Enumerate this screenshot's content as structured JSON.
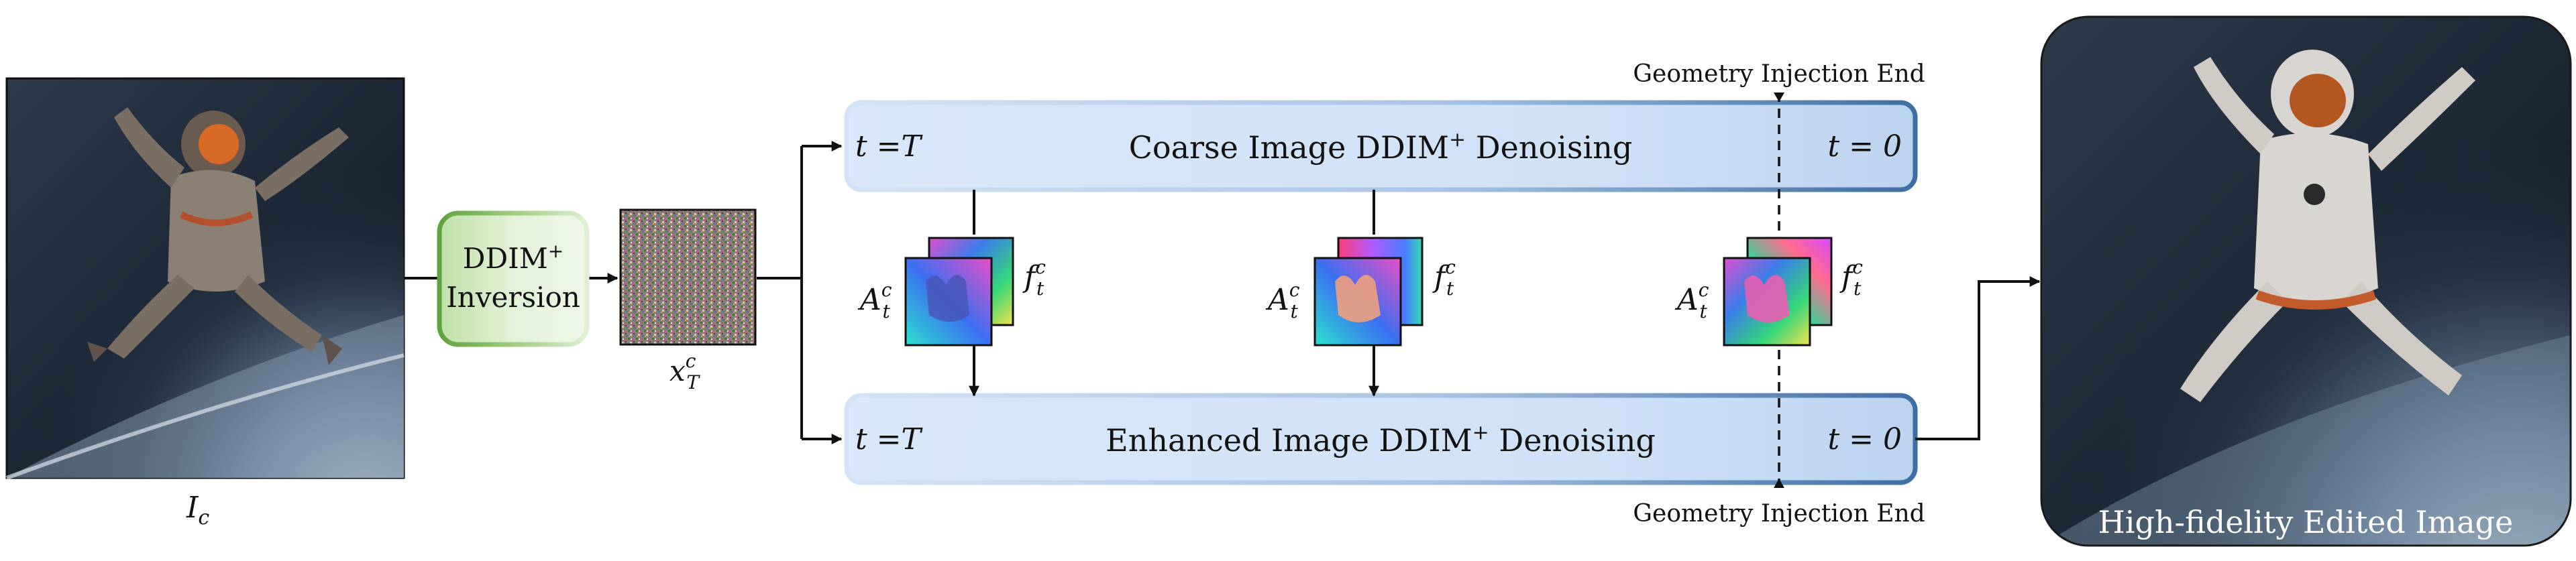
{
  "input_image": {
    "label": "I_c",
    "label_main": "I",
    "label_sub": "c"
  },
  "inversion": {
    "line1": "DDIM",
    "line1_sup": "+",
    "line2": "Inversion"
  },
  "noise": {
    "label_main": "x",
    "label_sup": "c",
    "label_sub": "T"
  },
  "coarse_bar": {
    "title": "Coarse Image DDIM",
    "title_sup": "+",
    "title_rest": " Denoising",
    "t_start": "t =T",
    "t_end": "t = 0"
  },
  "enhanced_bar": {
    "title": "Enhanced Image DDIM",
    "title_sup": "+",
    "title_rest": " Denoising",
    "t_start": "t =T",
    "t_end": "t = 0"
  },
  "injection": {
    "top_label": "Geometry Injection End",
    "bottom_label": "Geometry Injection End"
  },
  "features": [
    {
      "a_main": "A",
      "a_sup": "c",
      "a_sub": "t",
      "f_main": "f",
      "f_sup": "c",
      "f_sub": "t"
    },
    {
      "a_main": "A",
      "a_sup": "c",
      "a_sub": "t",
      "f_main": "f",
      "f_sup": "c",
      "f_sub": "t"
    },
    {
      "a_main": "A",
      "a_sup": "c",
      "a_sub": "t",
      "f_main": "f",
      "f_sup": "c",
      "f_sub": "t"
    }
  ],
  "output_image": {
    "caption": "High-fidelity Edited Image"
  },
  "colors": {
    "bar_fill": "#cfe2f8",
    "bar_edge": "#4a76a8",
    "green_fill": "#dcefd2",
    "green_edge": "#6aab4a"
  }
}
